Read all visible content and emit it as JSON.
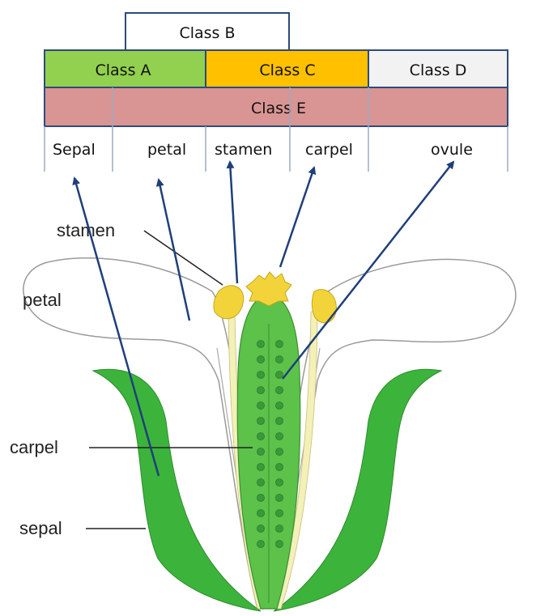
{
  "classes": {
    "b": "Class B",
    "a": "Class A",
    "c": "Class C",
    "d": "Class D",
    "e": "Class E"
  },
  "organs": {
    "sepal": "Sepal",
    "petal": "petal",
    "stamen": "stamen",
    "carpel": "carpel",
    "ovule": "ovule"
  },
  "flower_labels": {
    "stamen": "stamen",
    "petal": "petal",
    "carpel": "carpel",
    "sepal": "sepal"
  },
  "colors": {
    "class_a": "#92d050",
    "class_b": "#ffffff",
    "class_c": "#ffc000",
    "class_d": "#f2f2f2",
    "class_e": "#d99594",
    "border": "#2e4a7a",
    "arrow": "#1f3f7a",
    "sepal_green": "#3cb43c",
    "carpel_green": "#5cc24a",
    "ovule_dark": "#3a9a3a",
    "anther_yellow": "#f2d43a",
    "filament_cream": "#f3f0b8"
  }
}
